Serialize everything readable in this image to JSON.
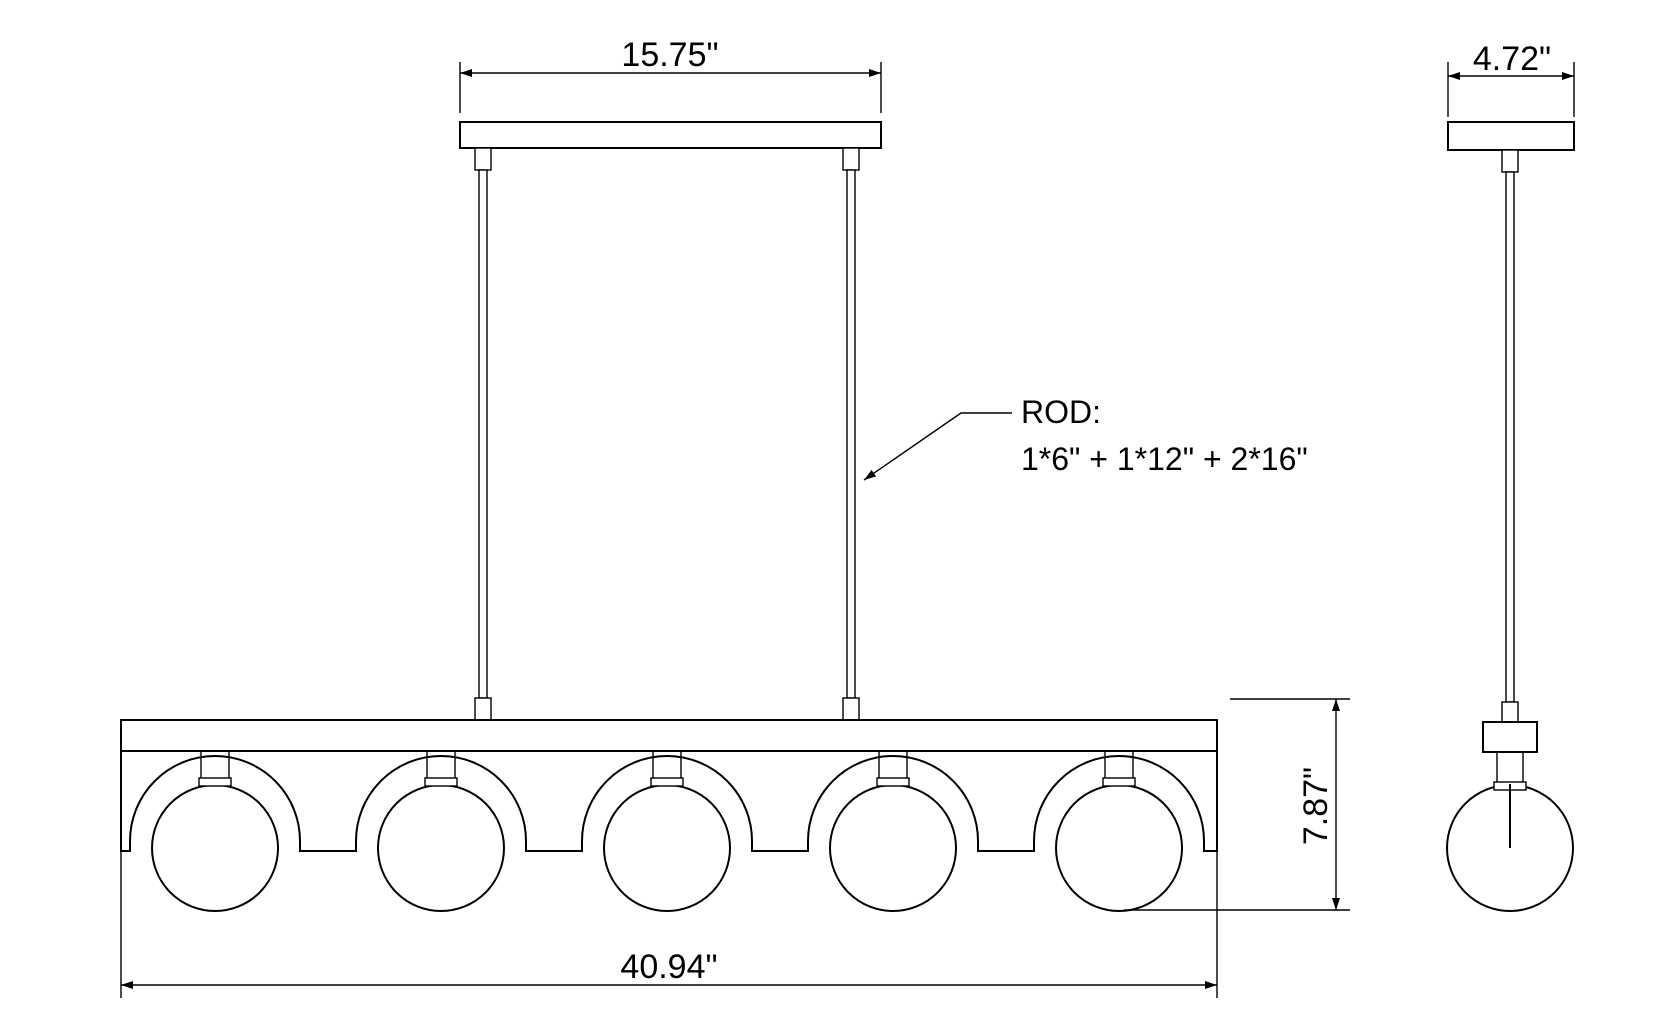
{
  "dimensions": {
    "canopy_width": "15.75\"",
    "side_canopy_width": "4.72\"",
    "overall_width": "40.94\"",
    "fixture_height": "7.87\""
  },
  "rod_note": {
    "title": "ROD:",
    "spec": "1*6\" + 1*12\" + 2*16\""
  },
  "fixture": {
    "globe_count": 5
  }
}
